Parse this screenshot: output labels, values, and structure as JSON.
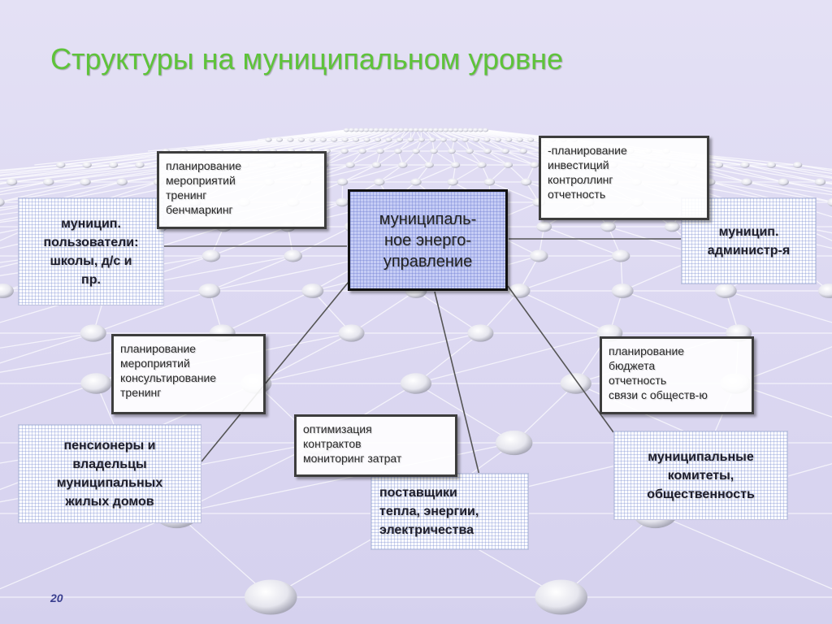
{
  "title": "Структуры на муниципальном уровне",
  "page_number": "20",
  "colors": {
    "title": "#5ec33a",
    "background": "#dedbf3",
    "center_fill": "#c6cdf5",
    "box_border": "#3d3d3d",
    "connector": "#555555",
    "page_number": "#3a3f8f"
  },
  "center": {
    "label": "муниципаль-\nное энерго-\nуправление"
  },
  "entities": {
    "users": "муницип.\nпользователи:\nшколы, д/с и\nпр.",
    "administration": "муницип.\nадминистр-я",
    "pensioners": "пенсионеры и\nвладельцы\nмуниципальных\nжилых домов",
    "suppliers": "поставщики\nтепла, энергии,\nэлектричества",
    "committees": "муниципальные\nкомитеты,\nобщественность"
  },
  "activities": {
    "users": [
      "планирование",
      "мероприятий",
      "тренинг",
      "бенчмаркинг"
    ],
    "administration": [
      "-планирование",
      "инвестиций",
      "контроллинг",
      "отчетность"
    ],
    "pensioners": [
      "планирование",
      "мероприятий",
      "консультирование",
      "тренинг"
    ],
    "suppliers": [
      "оптимизация",
      "контрактов",
      "мониторинг затрат"
    ],
    "committees": [
      "планирование",
      "бюджета",
      "отчетность",
      "связи с обществ-ю"
    ]
  }
}
